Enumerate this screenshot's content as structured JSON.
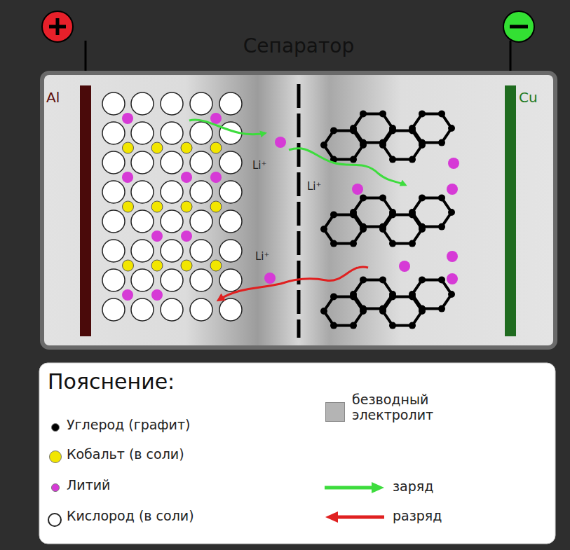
{
  "diagram": {
    "labels": [
      "Сепаратор",
      "Al",
      "Cu",
      "Li⁺",
      "Li⁺",
      "Li⁺",
      "Пояснение:"
    ],
    "legend": [
      {
        "text": "Углерод (графит)",
        "color": "#000000"
      },
      {
        "text": "Кобальт (в соли)",
        "color": "#f2e600"
      },
      {
        "text": "Литий",
        "color": "#d63ad6"
      },
      {
        "text": "Кислород (в соли)",
        "color": "#ffffff"
      },
      {
        "text": "безводный электролит",
        "color": "#b4b4b4"
      },
      {
        "text": "заряд"
      },
      {
        "text": "разряд"
      }
    ]
  }
}
